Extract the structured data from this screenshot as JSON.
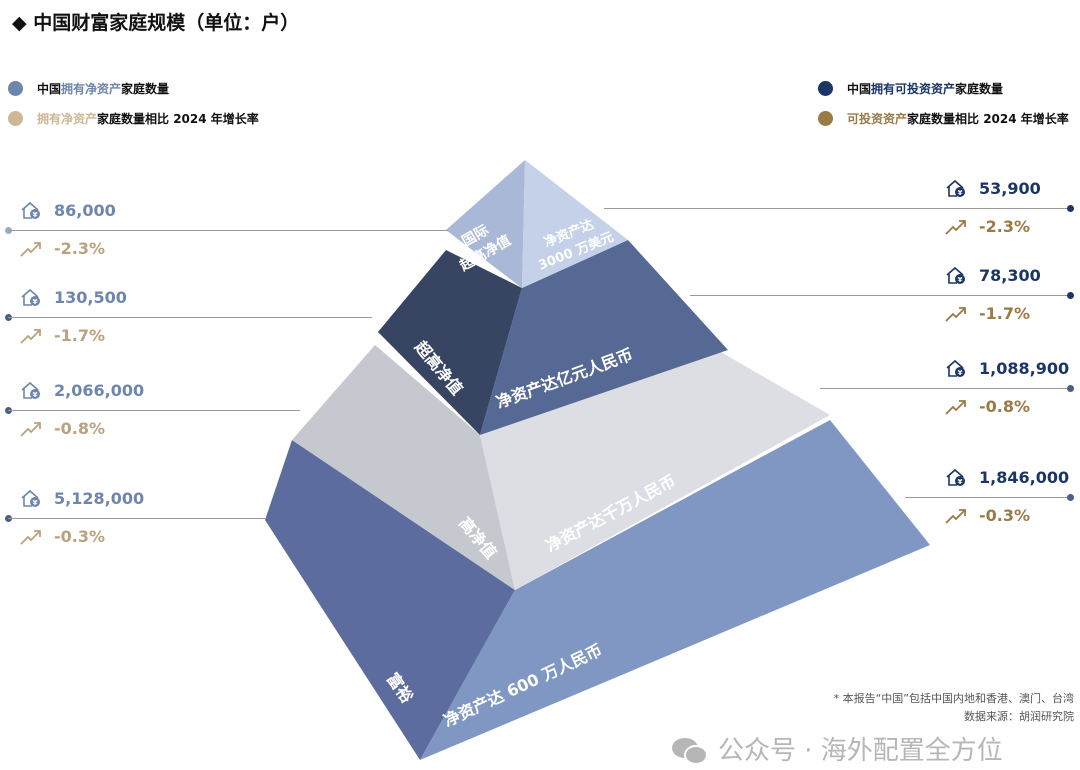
{
  "title": "◆ 中国财富家庭规模（单位：户）",
  "legend": {
    "left": [
      {
        "pre": "中国",
        "hl": "拥有净资产",
        "post": "家庭数量",
        "color": "#6e86ad"
      },
      {
        "pre": "",
        "hl": "拥有净资产",
        "post": "家庭数量相比 2024 年增长率",
        "color": "#cdb795"
      }
    ],
    "right": [
      {
        "pre": "中国",
        "hl": "拥有可投资资产",
        "post": "家庭数量",
        "color": "#1b3566"
      },
      {
        "pre": "",
        "hl": "可投资资产",
        "post": "家庭数量相比 2024 年增长率",
        "color": "#9a7a45"
      }
    ]
  },
  "left_values": [
    {
      "value": "86,000",
      "growth": "-2.3%"
    },
    {
      "value": "130,500",
      "growth": "-1.7%"
    },
    {
      "value": "2,066,000",
      "growth": "-0.8%"
    },
    {
      "value": "5,128,000",
      "growth": "-0.3%"
    }
  ],
  "right_values": [
    {
      "value": "53,900",
      "growth": "-2.3%"
    },
    {
      "value": "78,300",
      "growth": "-1.7%"
    },
    {
      "value": "1,088,900",
      "growth": "-0.8%"
    },
    {
      "value": "1,846,000",
      "growth": "-0.3%"
    }
  ],
  "tiers": [
    {
      "name_l1": "国际",
      "name_l2": "超高净值",
      "desc_l1": "净资产达",
      "desc_l2": "3000 万美元"
    },
    {
      "name": "超高净值",
      "desc": "净资产达亿元人民币"
    },
    {
      "name": "高净值",
      "desc": "净资产达千万人民币"
    },
    {
      "name": "富裕",
      "desc": "净资产达 600 万人民币"
    }
  ],
  "footnote": "* 本报告“中国”包括中国内地和香港、澳门、台湾",
  "source": "数据来源：胡润研究院",
  "watermark": "公众号 · 海外配置全方位",
  "icons": {
    "value": "house-yuan-icon",
    "growth": "trend-up-icon",
    "watermark": "wechat-icon"
  }
}
